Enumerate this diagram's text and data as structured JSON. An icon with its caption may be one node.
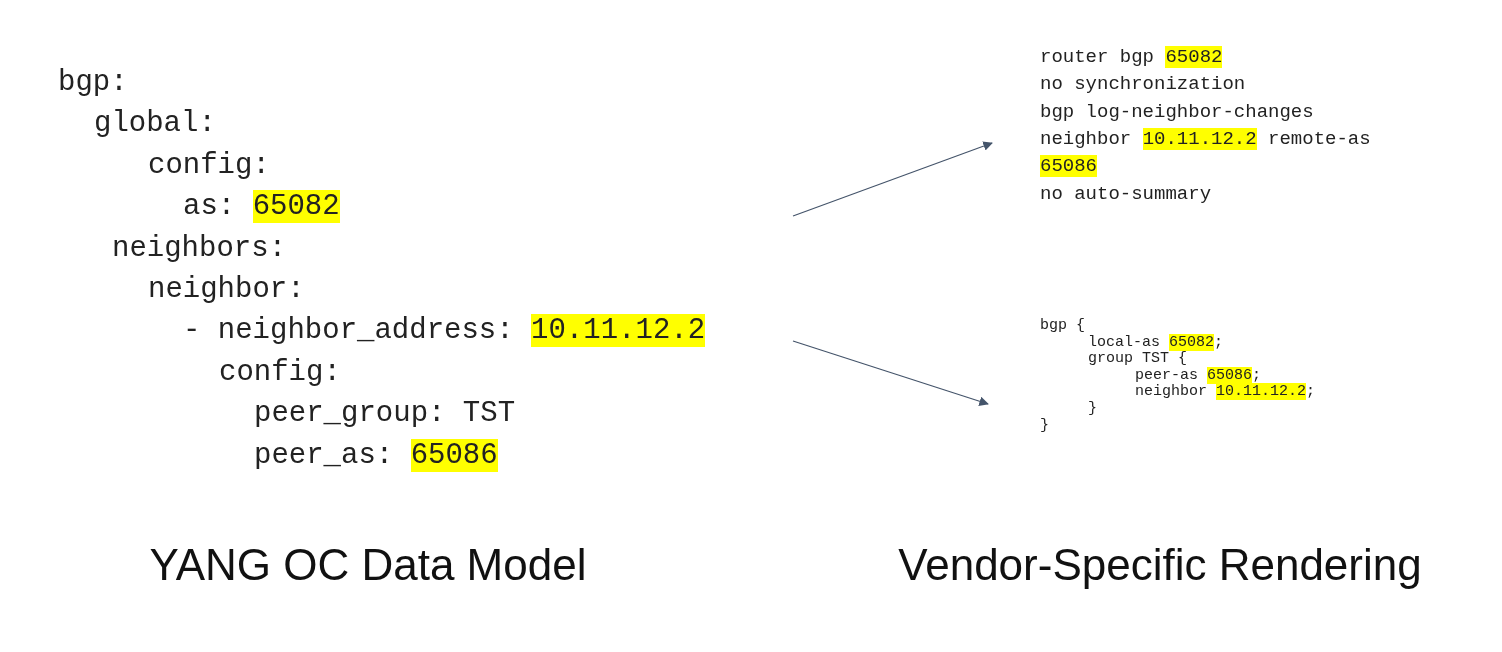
{
  "diagram": {
    "nodes": [
      {
        "text": [
          "bgp:",
          "global:",
          "config:",
          "as: 65082",
          "neighbors:",
          "neighbor:",
          "- neighbor_address: 10.11.12.2",
          "config:",
          "peer_group: TST",
          "peer_as: 65086"
        ]
      },
      {
        "text": [
          "router bgp 65082",
          "no synchronization",
          "bgp log-neighbor-changes",
          "neighbor 10.11.12.2 remote-as 65086",
          "no auto-summary"
        ]
      },
      {
        "text": [
          "bgp {",
          "local-as 65082;",
          "group TST {",
          "peer-as 65086;",
          "neighbor 10.11.12.2;",
          "}",
          "}"
        ]
      }
    ],
    "edges": [
      {
        "from": 0,
        "to": 1,
        "arrow": "to"
      },
      {
        "from": 0,
        "to": 2,
        "arrow": "to"
      }
    ],
    "labels": [
      "YANG OC Data Model",
      "Vendor-Specific Rendering"
    ]
  }
}
